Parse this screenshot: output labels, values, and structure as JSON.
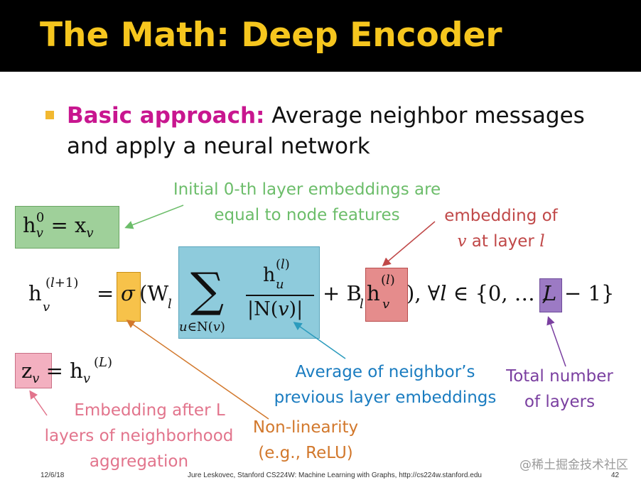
{
  "slide": {
    "title": "The Math: Deep Encoder",
    "bullet_label": "Basic approach:",
    "bullet_text": " Average neighbor messages and apply a neural network"
  },
  "annotations": {
    "initial": [
      "Initial 0-th layer embeddings are",
      "equal to node features"
    ],
    "embedding_of": [
      "embedding of",
      "v at layer l"
    ],
    "average": [
      "Average of neighbor’s",
      "previous layer embeddings"
    ],
    "total_layers": [
      "Total number",
      "of layers"
    ],
    "embedding_after": [
      "Embedding after L",
      "layers of neighborhood",
      "aggregation"
    ],
    "nonlinearity": [
      "Non-linearity",
      "(e.g., ReLU)"
    ]
  },
  "footer": {
    "date": "12/6/18",
    "citation": "Jure Leskovec, Stanford CS224W: Machine Learning with Graphs, http://cs224w.stanford.edu",
    "page": "42"
  },
  "watermark": "@稀土掘金技术社区",
  "colors": {
    "title": "#f6c61e",
    "highlight": "#c8168f",
    "green_box": "#9fd09a",
    "orange_box": "#f7c24a",
    "blue_box": "#8ecbdc",
    "red_box": "#e58c8c",
    "purple_box": "#9c7ac4",
    "pink_box": "#f3b0c0"
  }
}
